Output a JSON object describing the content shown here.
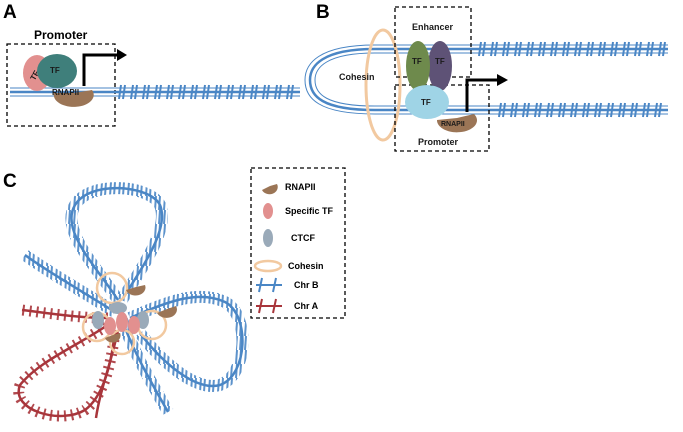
{
  "panels": {
    "a": "A",
    "b": "B",
    "c": "C"
  },
  "panel_a": {
    "box_title": "Promoter",
    "tf": "TF",
    "tf_small": "TF",
    "rnapii": "RNAPII"
  },
  "panel_b": {
    "enhancer": "Enhancer",
    "promoter": "Promoter",
    "cohesin": "Cohesin",
    "tf_green": "TF",
    "tf_purple": "TF",
    "tf_blue": "TF",
    "rnapii": "RNAPII"
  },
  "legend": {
    "items": [
      {
        "label": "RNAPII",
        "icon": "rnapii-icon"
      },
      {
        "label": "Specific TF",
        "icon": "specific-tf-icon"
      },
      {
        "label": "CTCF",
        "icon": "ctcf-icon"
      },
      {
        "label": "Cohesin",
        "icon": "cohesin-icon"
      },
      {
        "label": "Chr B",
        "icon": "chr-b-icon"
      },
      {
        "label": "Chr A",
        "icon": "chr-a-icon"
      }
    ]
  },
  "colors": {
    "dna_blue": "#4a86c5",
    "dna_red": "#a8353b",
    "cohesin": "#f2c9a0",
    "rnapii": "#9b7556",
    "specific_tf": "#e2908f",
    "ctcf": "#9aaab9",
    "tf_teal": "#3f7f7b",
    "tf_green": "#6e8a4c",
    "tf_purple": "#5e5276",
    "tf_lightblue": "#9fd4e6"
  }
}
